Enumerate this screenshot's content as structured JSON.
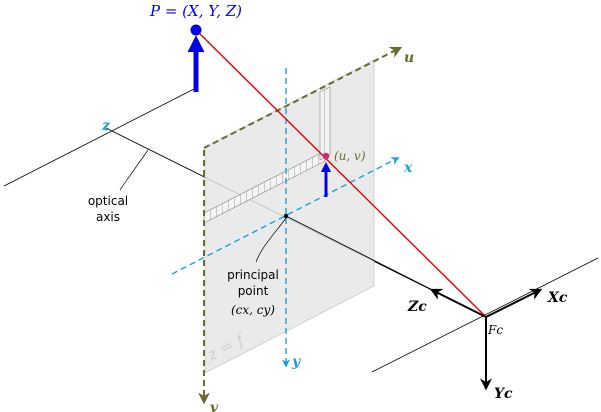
{
  "labels": {
    "point": "P = (X, Y, Z)",
    "u_axis": "u",
    "v_axis": "v",
    "x_axis": "x",
    "y_axis": "y",
    "z_axis": "z",
    "uv": "(u, v)",
    "optical_axis_line1": "optical",
    "optical_axis_line2": "axis",
    "principal_line1": "principal",
    "principal_line2": "point",
    "principal_coords": "(cx, cy)",
    "focal": "z = f",
    "cam_x": "Xc",
    "cam_y": "Yc",
    "cam_z": "Zc",
    "frame": "Fc"
  },
  "colors": {
    "blue": "#0000e6",
    "cyan": "#1aa3e0",
    "olive": "#6b6b2f",
    "red": "#e60000",
    "plane": "#e6e6e6",
    "magenta": "#cc2a80"
  }
}
